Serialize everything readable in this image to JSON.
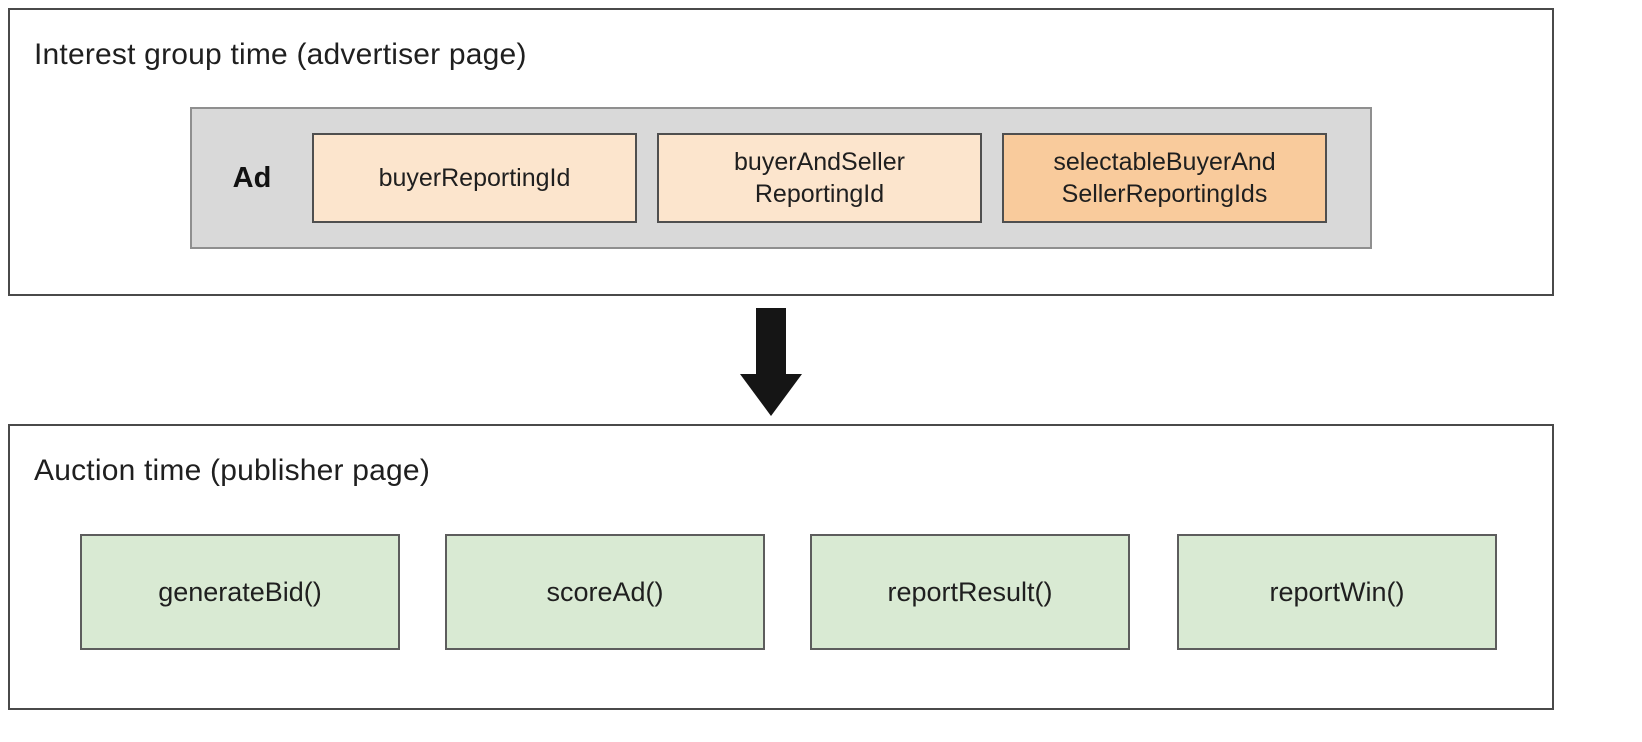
{
  "top_panel": {
    "title": "Interest group time (advertiser page)",
    "ad_label": "Ad",
    "boxes": [
      {
        "label": "buyerReportingId",
        "color": "peach"
      },
      {
        "label": "buyerAndSeller\nReportingId",
        "color": "peach"
      },
      {
        "label": "selectableBuyerAnd\nSellerReportingIds",
        "color": "orange"
      }
    ]
  },
  "bottom_panel": {
    "title": "Auction time (publisher page)",
    "functions": [
      {
        "label": "generateBid()"
      },
      {
        "label": "scoreAd()"
      },
      {
        "label": "reportResult()"
      },
      {
        "label": "reportWin()"
      }
    ]
  },
  "icons": {
    "down_arrow": "down-arrow"
  },
  "colors": {
    "peach": "#fce5cd",
    "orange": "#f9cb9c",
    "green": "#d9ead3",
    "ad_gray": "#d9d9d9"
  }
}
